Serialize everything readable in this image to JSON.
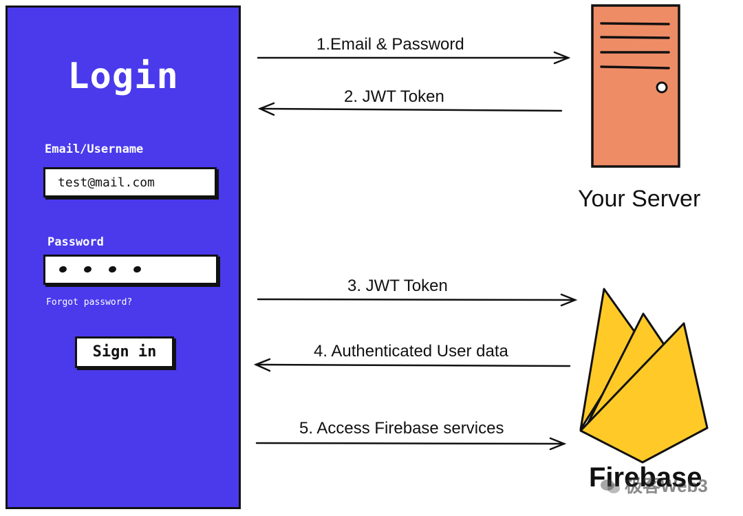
{
  "login": {
    "title": "Login",
    "email_label": "Email/Username",
    "email_value": "test@mail.com",
    "password_label": "Password",
    "forgot_label": "Forgot password?",
    "signin_label": "Sign in"
  },
  "arrows": {
    "a1": "1.Email & Password",
    "a2": "2. JWT Token",
    "a3": "3. JWT Token",
    "a4": "4. Authenticated User data",
    "a5": "5. Access Firebase services"
  },
  "server": {
    "label": "Your Server",
    "color": "#ee8c66"
  },
  "firebase": {
    "label": "Firebase",
    "color": "#ffca28"
  },
  "watermark": {
    "text": "极客Web3"
  },
  "colors": {
    "panel": "#4a3aec",
    "outline": "#111111"
  }
}
